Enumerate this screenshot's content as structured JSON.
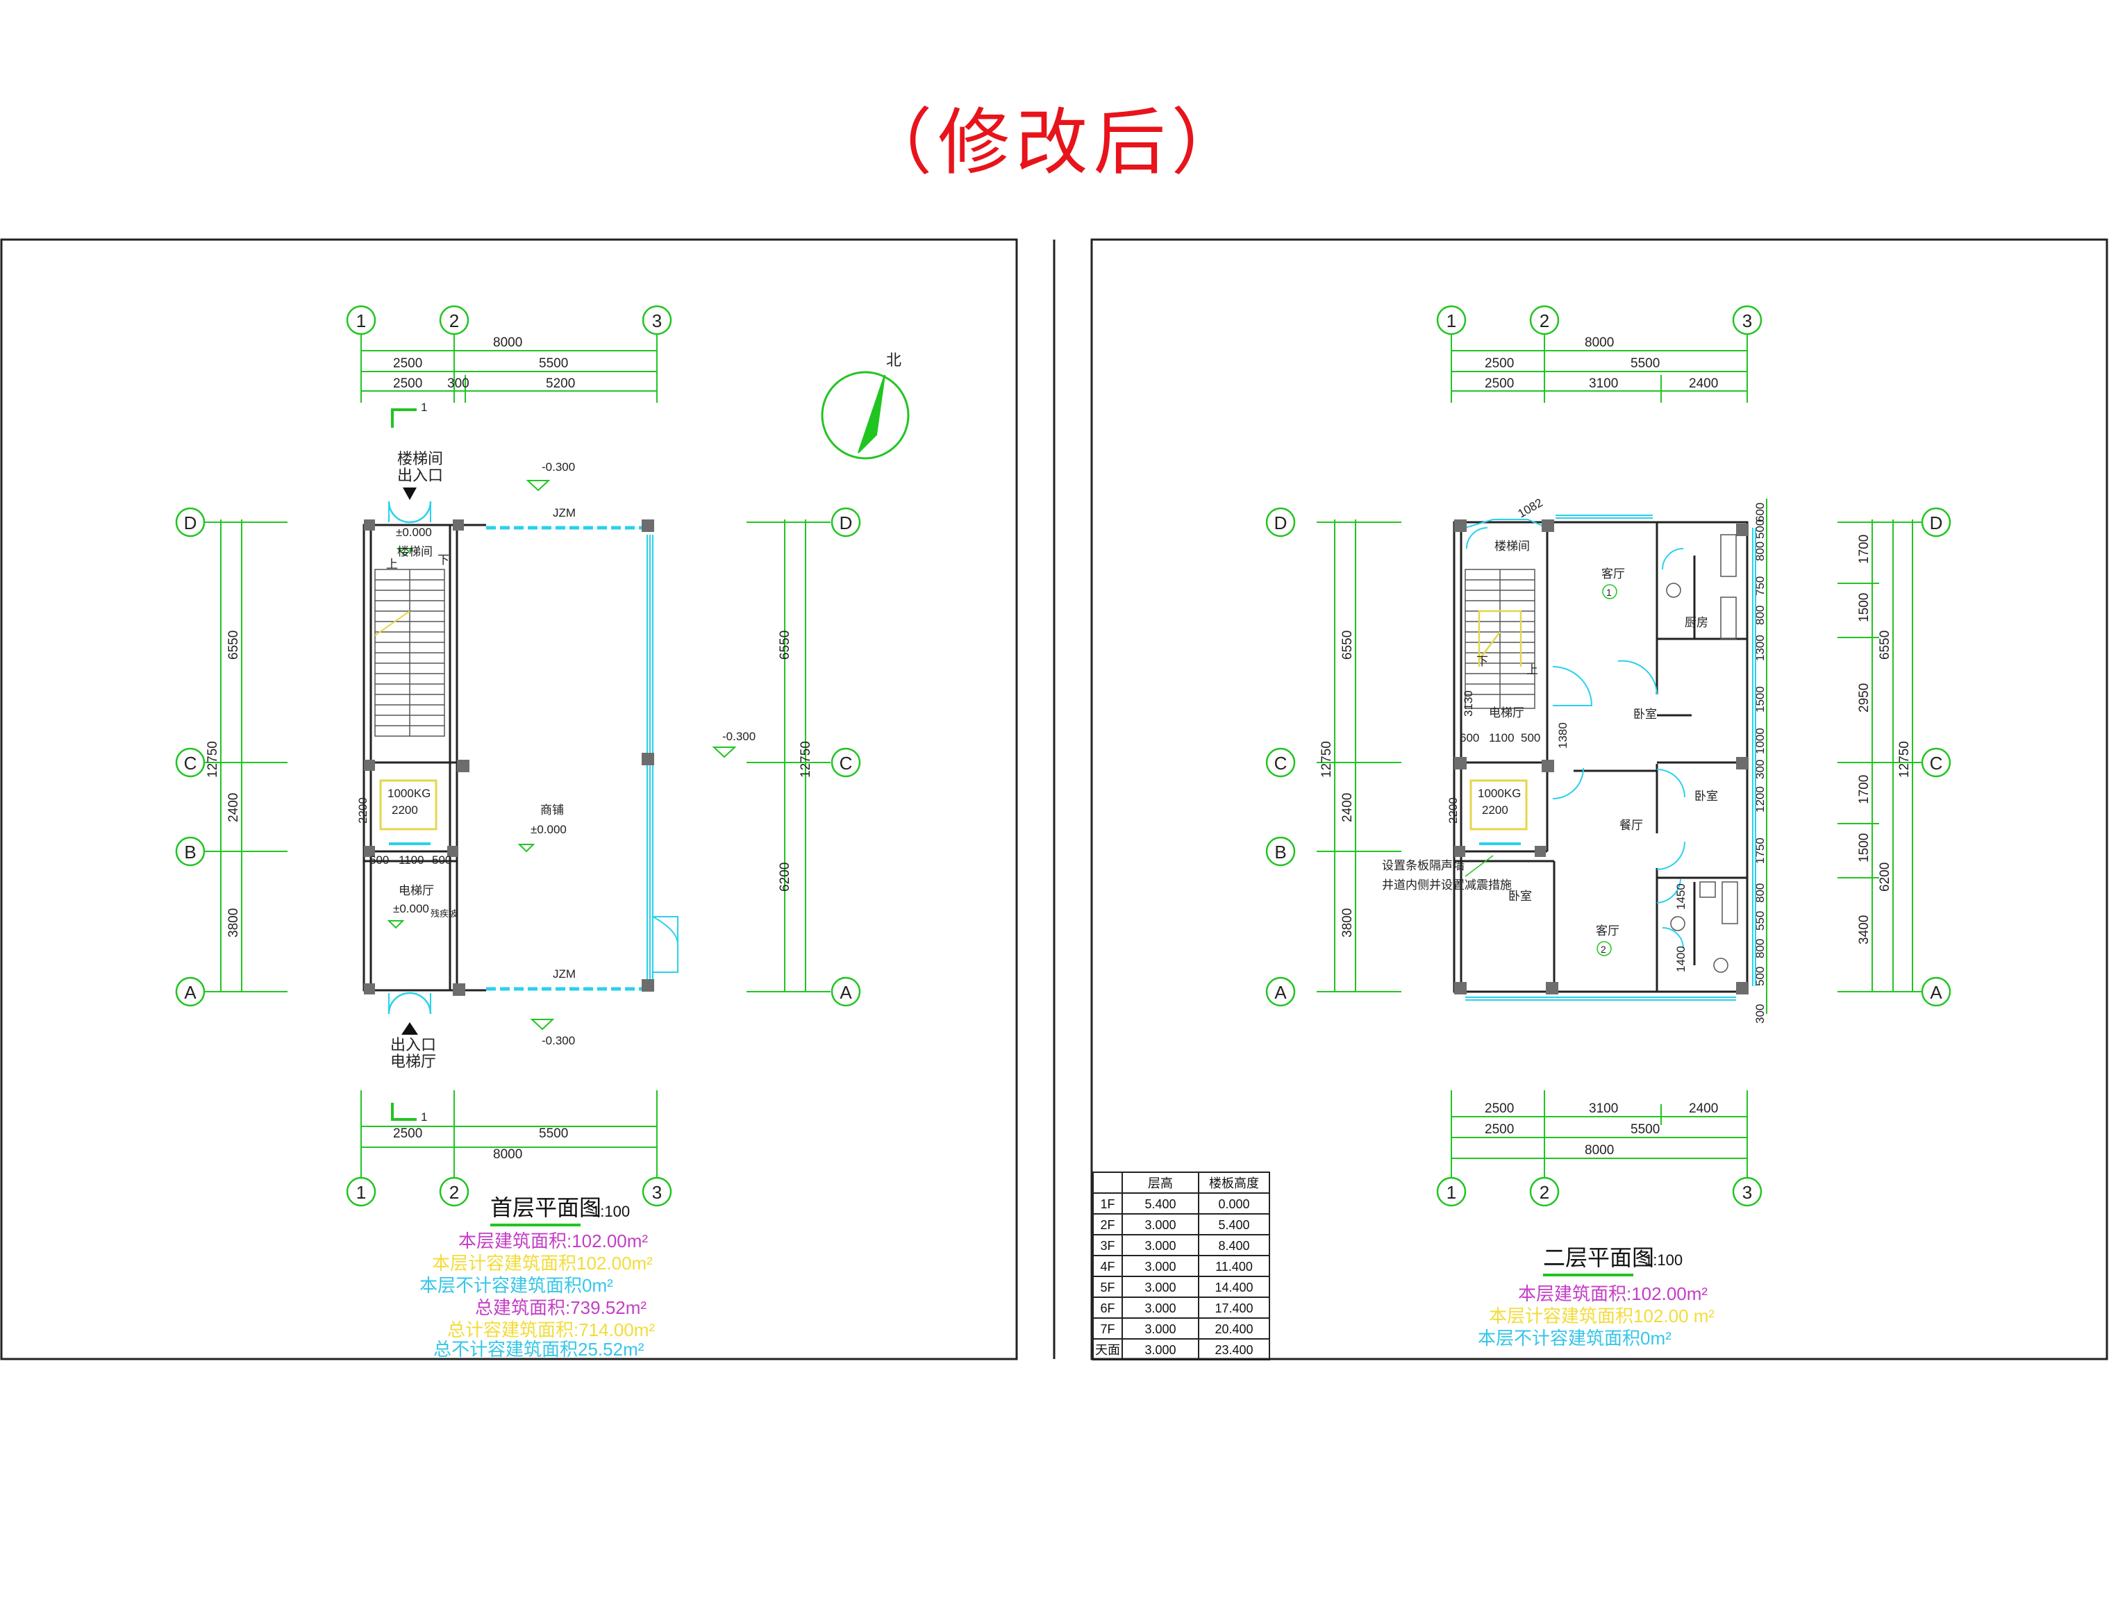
{
  "page": {
    "title": "（修改后）"
  },
  "colors": {
    "title": "#e8131b",
    "dim": "#21c521",
    "glass": "#29d1ec",
    "magenta": "#c43ec4",
    "yellow": "#f2dc3a",
    "cyan": "#35c6e8",
    "column": "#6d6d6d"
  },
  "axes": {
    "x": [
      "1",
      "2",
      "3"
    ],
    "y": [
      "A",
      "B",
      "C",
      "D"
    ]
  },
  "compass": {
    "label": "北"
  },
  "ground_floor": {
    "title": "首层平面图",
    "scale": "1:100",
    "dims_top": {
      "overall": "8000",
      "row1": [
        "2500",
        "5500"
      ],
      "row2": [
        "2500",
        "300",
        "5200"
      ]
    },
    "dims_bottom": {
      "row1": [
        "2500",
        "5500"
      ],
      "overall": "8000"
    },
    "dims_left": {
      "segments": [
        "6550",
        "2400",
        "3800"
      ],
      "overall": "12750"
    },
    "dims_right": {
      "segments": [
        "6550",
        "6200"
      ],
      "overall": "12750"
    },
    "section_mark": "1",
    "levels": {
      "top": "-0.300",
      "right": "-0.300",
      "bottom": "-0.300",
      "stair_entry": "±0.000",
      "shop": "±0.000",
      "lobby": "±0.000"
    },
    "doors": {
      "top": "JZM",
      "bottom": "JZM"
    },
    "rooms": {
      "stair_entrance": [
        "楼梯间",
        "出入口"
      ],
      "stairwell": "楼梯间",
      "up": "上",
      "down": "下",
      "elevator": [
        "1000KG",
        "2200"
      ],
      "elev_dims": [
        "2200",
        "600",
        "1100",
        "500"
      ],
      "lobby": "电梯厅",
      "ramp": "残疾坡",
      "shop": "商铺",
      "lobby_entrance": [
        "出入口",
        "电梯厅"
      ]
    },
    "areas": [
      {
        "text": "本层建筑面积:102.00m²",
        "color": "magenta"
      },
      {
        "text": "本层计容建筑面积102.00m²",
        "color": "yellow"
      },
      {
        "text": "本层不计容建筑面积0m²",
        "color": "cyan"
      },
      {
        "text": "总建筑面积:739.52m²",
        "color": "magenta"
      },
      {
        "text": "总计容建筑面积:714.00m²",
        "color": "yellow"
      },
      {
        "text": "总不计容建筑面积25.52m²",
        "color": "cyan"
      }
    ]
  },
  "second_floor": {
    "title": "二层平面图",
    "scale": "1:100",
    "dims_top": {
      "overall": "8000",
      "row1": [
        "2500",
        "5500"
      ],
      "row2": [
        "2500",
        "3100",
        "2400"
      ]
    },
    "dims_bottom": {
      "row1": [
        "2500",
        "3100",
        "2400"
      ],
      "row2": [
        "2500",
        "5500"
      ],
      "overall": "8000"
    },
    "dims_left": {
      "segments": [
        "6550",
        "2400",
        "3800"
      ],
      "overall": "12750"
    },
    "dims_right": {
      "segments": [
        "1700",
        "1500",
        "2950",
        "1700",
        "1500",
        "3400"
      ],
      "mid": [
        "6550",
        "6200"
      ],
      "overall": "12750"
    },
    "dims_inner": [
      "600",
      "500",
      "800",
      "750",
      "800",
      "1300",
      "1500",
      "1000",
      "300",
      "1200",
      "1750",
      "800",
      "550",
      "800",
      "500",
      "300"
    ],
    "rooms": {
      "stairwell": "楼梯间",
      "living1": "客厅",
      "unit1": "1",
      "living2": "客厅",
      "unit2": "2",
      "kitchen": "厨房",
      "bedroom1": "卧室",
      "bedroom2": "卧室",
      "bedroom3": "卧室",
      "dining": "餐厅",
      "lobby": "电梯厅",
      "elevator": [
        "1000KG",
        "2200"
      ],
      "up": "上",
      "down": "下",
      "bay": "1082",
      "dim_3130": "3130",
      "dim_1380": "1380",
      "dim_1450": "1450",
      "dim_1400": "1400",
      "elev_dims": [
        "2200",
        "600",
        "1100",
        "500"
      ]
    },
    "notes": [
      "设置条板隔声墙",
      "井道内侧并设置减震措施"
    ],
    "areas": [
      {
        "text": "本层建筑面积:102.00m²",
        "color": "magenta"
      },
      {
        "text": "本层计容建筑面积102.00 m²",
        "color": "yellow"
      },
      {
        "text": "本层不计容建筑面积0m²",
        "color": "cyan"
      }
    ]
  },
  "floor_table": {
    "headers": [
      "层高",
      "楼板高度"
    ],
    "rows": [
      [
        "1F",
        "5.400",
        "0.000"
      ],
      [
        "2F",
        "3.000",
        "5.400"
      ],
      [
        "3F",
        "3.000",
        "8.400"
      ],
      [
        "4F",
        "3.000",
        "11.400"
      ],
      [
        "5F",
        "3.000",
        "14.400"
      ],
      [
        "6F",
        "3.000",
        "17.400"
      ],
      [
        "7F",
        "3.000",
        "20.400"
      ],
      [
        "天面",
        "3.000",
        "23.400"
      ]
    ]
  }
}
